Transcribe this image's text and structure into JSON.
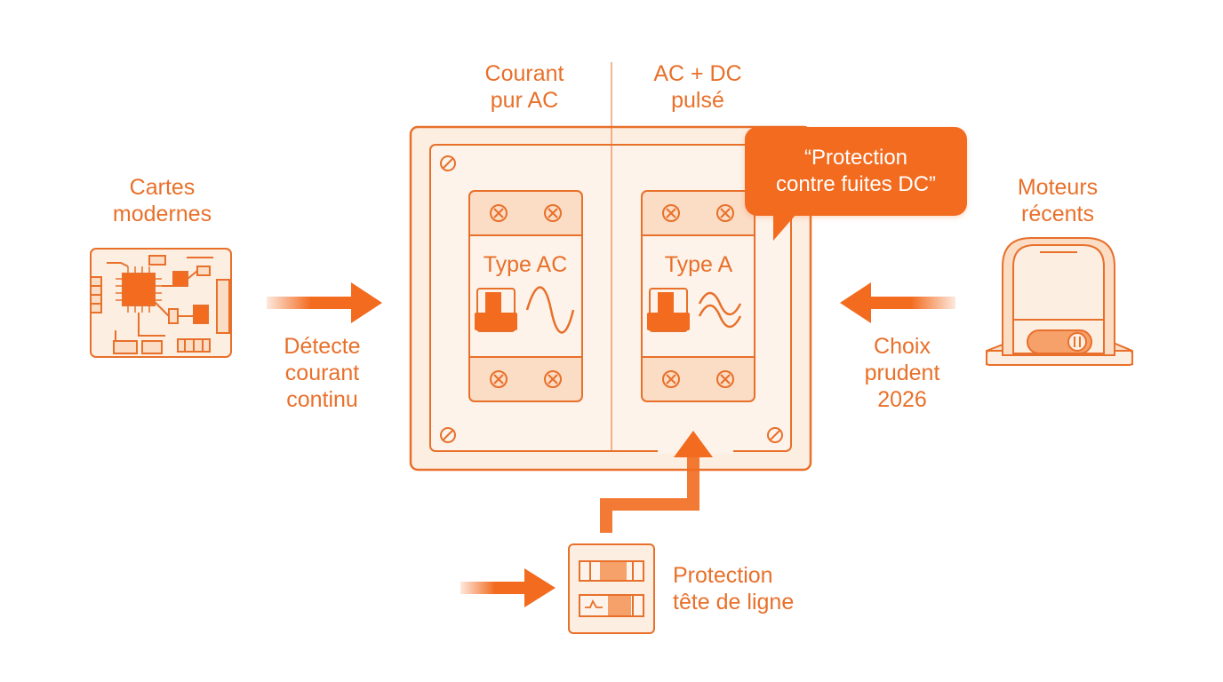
{
  "labels": {
    "left_top": [
      "Cartes",
      "modernes"
    ],
    "left_arrow": [
      "Détecte",
      "courant",
      "continu"
    ],
    "right_top": [
      "Moteurs",
      "récents"
    ],
    "right_arrow": [
      "Choix",
      "prudent",
      "2026"
    ],
    "col_ac": [
      "Courant",
      "pur AC"
    ],
    "col_dc": [
      "AC + DC",
      "pulsé"
    ],
    "bottom": [
      "Protection",
      "tête de ligne"
    ]
  },
  "breakers": {
    "left": "Type AC",
    "right": "Type A"
  },
  "callout": [
    "“Protection",
    "contre fuites DC”"
  ],
  "colors": {
    "accent": "#f26b1f",
    "line": "#e8702a",
    "fill_light": "#fdeee2",
    "fill_mid": "#fbdcc4"
  },
  "icons": [
    "circuit-board-icon",
    "gate-motor-icon",
    "breaker-type-ac",
    "breaker-type-a",
    "sine-wave-icon",
    "pulsed-wave-icon",
    "main-breaker-icon",
    "arrow-right",
    "arrow-left",
    "arrow-up"
  ]
}
